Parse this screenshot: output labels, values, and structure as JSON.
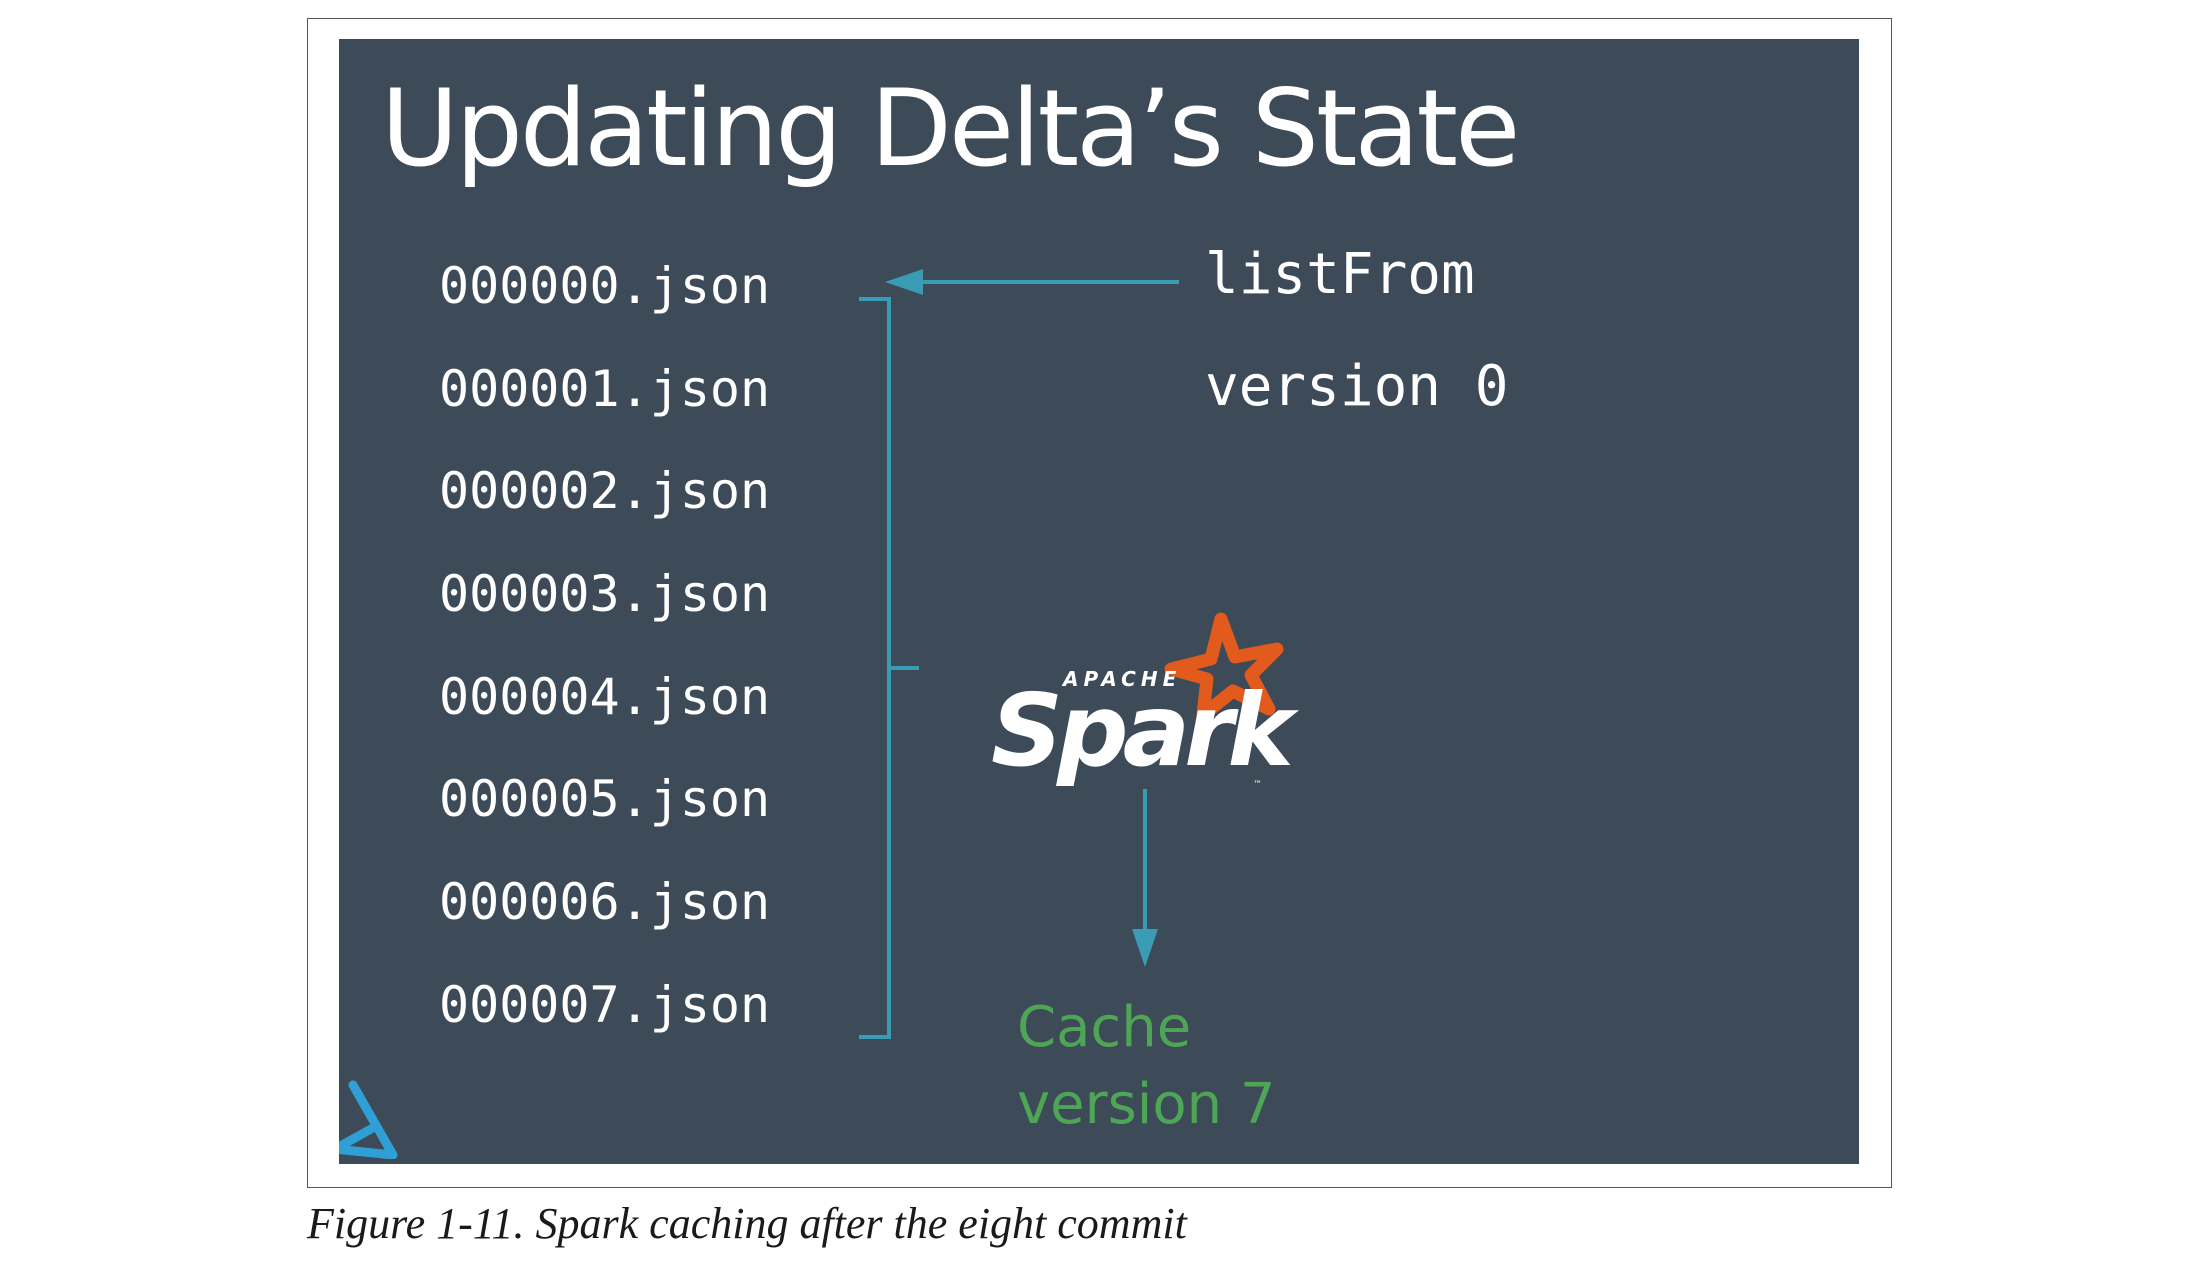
{
  "slide": {
    "title": "Updating Delta’s State",
    "files": [
      "000000.json",
      "000001.json",
      "000002.json",
      "000003.json",
      "000004.json",
      "000005.json",
      "000006.json",
      "000007.json"
    ],
    "list_from_label": "listFrom",
    "version_label": "version 0",
    "logo": {
      "name": "Apache Spark logo",
      "apache_text": "APACHE",
      "word": "Spark",
      "trademark": "™"
    },
    "cache_label": {
      "line1": "Cache",
      "line2": "version 7"
    }
  },
  "caption": "Figure 1-11. Spark caching after the eight commit",
  "colors": {
    "slide_background": "#3d4a57",
    "arrow": "#3a9bb5",
    "cache_text": "#4ea555",
    "spark_star": "#e25a1c",
    "delta_logo": "#2f9fd6"
  }
}
